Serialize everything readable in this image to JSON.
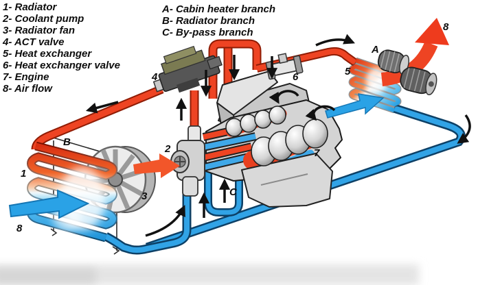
{
  "legend_left": {
    "items": [
      "1- Radiator",
      "2- Coolant pump",
      "3- Radiator fan",
      "4- ACT valve",
      "5- Heat exchanger",
      "6- Heat exchanger valve",
      "7- Engine",
      "8- Air flow"
    ]
  },
  "legend_right": {
    "items": [
      "A- Cabin heater branch",
      "B- Radiator branch",
      "C- By-pass branch"
    ]
  },
  "labels": {
    "radiator": "1",
    "coolant_pump": "2",
    "radiator_fan": "3",
    "act_valve": "4",
    "heat_exchanger": "5",
    "heat_exchanger_valve": "6",
    "engine": "7",
    "air_flow_in": "8",
    "air_flow_out": "8",
    "cabin_heater_branch": "A",
    "radiator_branch": "B",
    "bypass_branch": "C"
  },
  "colors": {
    "hot_coolant": "#ee4423",
    "cold_coolant": "#31a3e6",
    "hot_air": "#f2562a",
    "cold_air": "#2aa2e6",
    "arrow_black": "#111111",
    "metal_gray": "#d6d6d6",
    "text": "#0d0d0d"
  }
}
